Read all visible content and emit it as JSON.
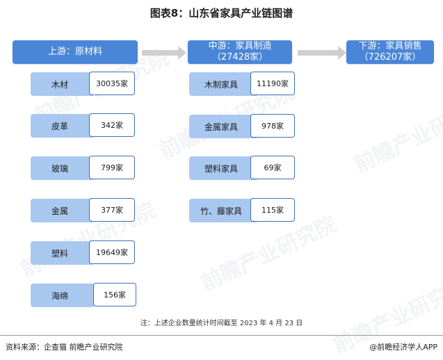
{
  "title": "图表8：山东省家具产业链图谱",
  "headers": {
    "upstream": {
      "line1": "上游：原材料",
      "line2": ""
    },
    "midstream": {
      "line1": "中游：家具制造",
      "line2": "（27428家）"
    },
    "downstream": {
      "line1": "下游：家具销售",
      "line2": "（726207家）"
    }
  },
  "upstream_items": [
    {
      "label": "木材",
      "count": "30035家"
    },
    {
      "label": "皮革",
      "count": "342家"
    },
    {
      "label": "玻璃",
      "count": "799家"
    },
    {
      "label": "金属",
      "count": "377家"
    },
    {
      "label": "塑料",
      "count": "19649家"
    },
    {
      "label": "海绵",
      "count": "156家"
    }
  ],
  "midstream_items": [
    {
      "label": "木制家具",
      "count": "11190家"
    },
    {
      "label": "金属家具",
      "count": "978家"
    },
    {
      "label": "塑料家具",
      "count": "69家"
    },
    {
      "label": "竹、藤家具",
      "count": "115家"
    }
  ],
  "note": "注：上述企业数量统计时间截至 2023 年 4 月 23 日",
  "source": "资料来源：企查猫 前瞻产业研究院",
  "brand": "@前瞻经济学人APP",
  "watermark": "前瞻产业研究院"
}
